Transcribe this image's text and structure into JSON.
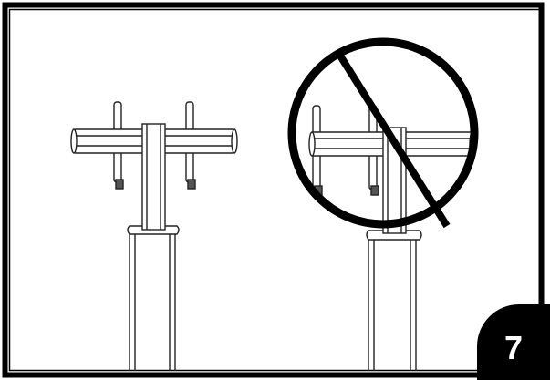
{
  "instruction_step": {
    "number": "7"
  },
  "diagram": {
    "left_panel": "correct-stand-orientation",
    "right_panel": "incorrect-stand-orientation",
    "prohibition_symbol": "no-sign-icon"
  },
  "colors": {
    "line": "#000000",
    "background": "#ffffff",
    "badge": "#000000",
    "badge_text": "#ffffff"
  }
}
